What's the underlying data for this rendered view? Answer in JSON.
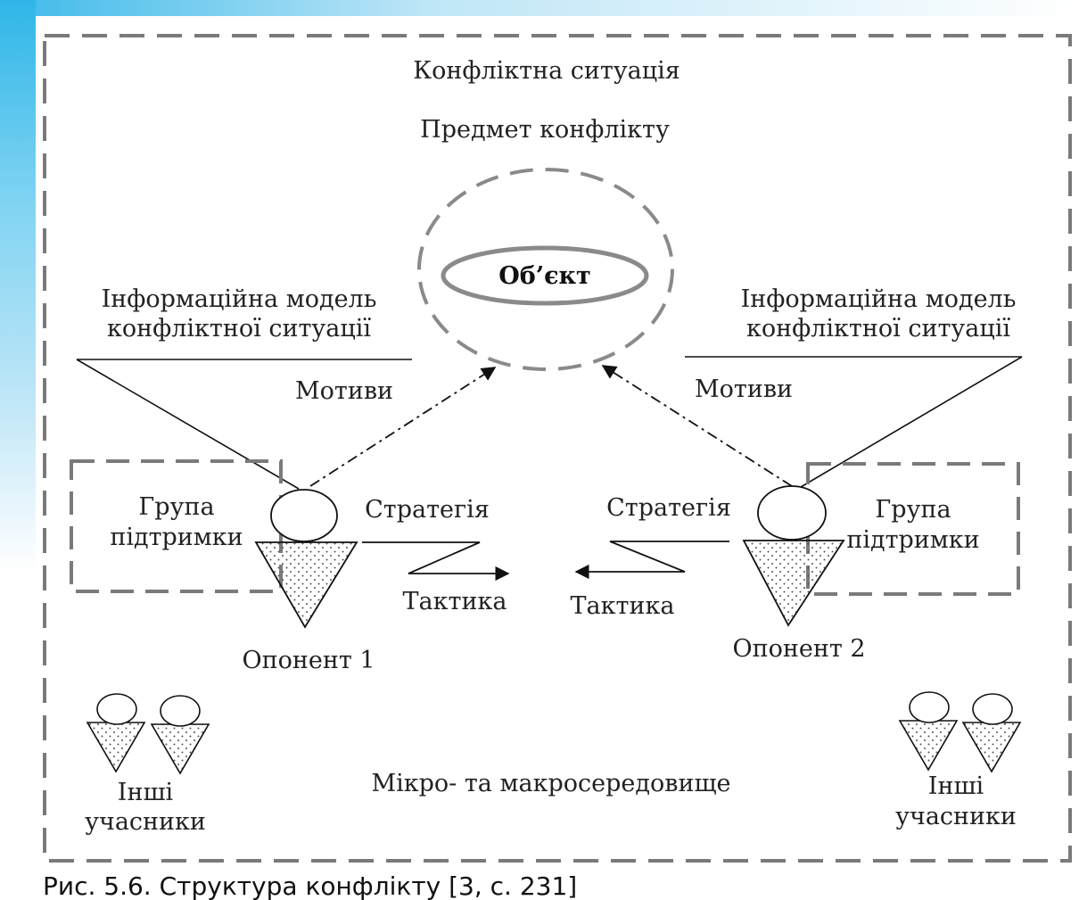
{
  "title": "Конфліктна ситуація",
  "subject": "Предмет конфлікту",
  "object": "Об’єкт",
  "info_model_left": [
    "Інформаційна модель",
    "конфліктної ситуації"
  ],
  "info_model_right": [
    "Інформаційна модель",
    "конфліктної ситуації"
  ],
  "motives_left": "Мотиви",
  "motives_right": "Мотиви",
  "support_group_left": [
    "Група",
    "підтримки"
  ],
  "support_group_right": [
    "Група",
    "підтримки"
  ],
  "strategy_left": "Стратегія",
  "strategy_right": "Стратегія",
  "tactic_left": "Тактика",
  "tactic_right": "Тактика",
  "opponent_1": "Опонент 1",
  "opponent_2": "Опонент 2",
  "others_left": [
    "Інші",
    "учасники"
  ],
  "others_right": [
    "Інші",
    "учасники"
  ],
  "environment": "Мікро- та макросередовище",
  "caption": "Рис. 5.6. Структура конфлікту [3, с. 231]"
}
